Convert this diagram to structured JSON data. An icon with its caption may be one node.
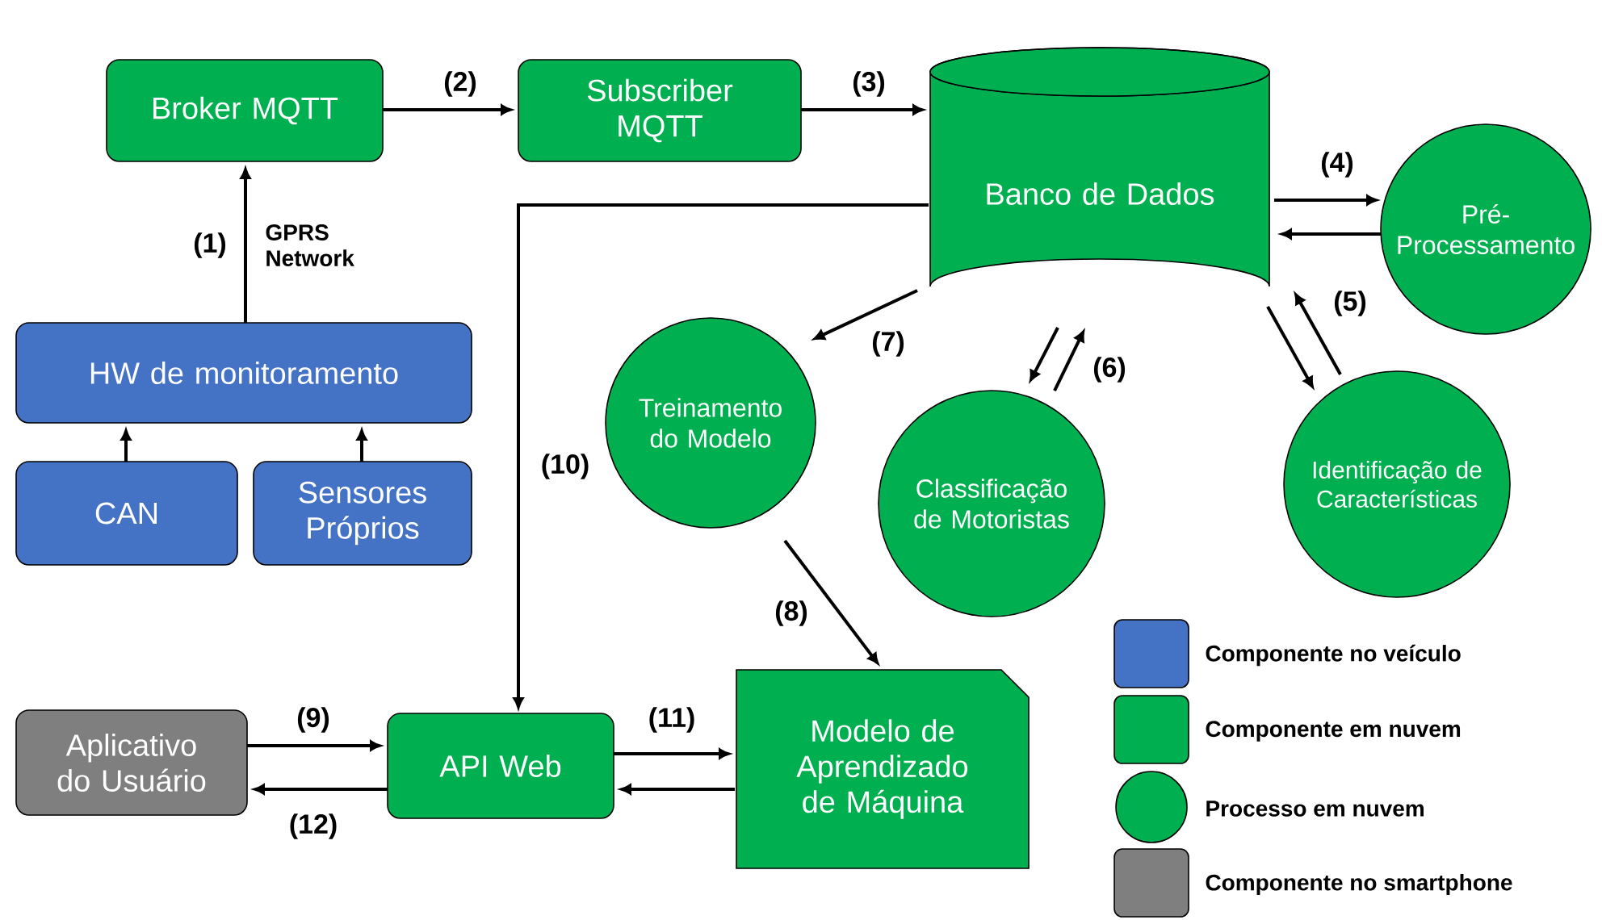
{
  "diagram": {
    "nodes": [
      {
        "text": [
          "Broker MQTT"
        ]
      },
      {
        "text": [
          "Subscriber MQTT"
        ]
      },
      {
        "text": [
          "Banco de Dados"
        ]
      },
      {
        "text": [
          "Pré-Processamento"
        ]
      },
      {
        "text": [
          "HW de monitoramento"
        ]
      },
      {
        "text": [
          "CAN"
        ]
      },
      {
        "text": [
          "Sensores Próprios"
        ]
      },
      {
        "text": [
          "Treinamento do Modelo"
        ]
      },
      {
        "text": [
          "Classificação de Motoristas"
        ]
      },
      {
        "text": [
          "Identificação de Características"
        ]
      },
      {
        "text": [
          "Aplicativo do Usuário"
        ]
      },
      {
        "text": [
          "API Web"
        ]
      },
      {
        "text": [
          "Modelo de Aprendizado de Máquina"
        ]
      }
    ],
    "edges": [
      {
        "from": 4,
        "to": 0,
        "arrow": "to",
        "label": "(1)"
      },
      {
        "from": 0,
        "to": 1,
        "arrow": "to",
        "label": "(2)"
      },
      {
        "from": 1,
        "to": 2,
        "arrow": "to",
        "label": "(3)"
      },
      {
        "from": 2,
        "to": 3,
        "arrow": "to",
        "label": "(4)"
      },
      {
        "from": 3,
        "to": 2,
        "arrow": "to"
      },
      {
        "from": 2,
        "to": 9,
        "arrow": "to"
      },
      {
        "from": 9,
        "to": 2,
        "arrow": "to",
        "label": "(5)"
      },
      {
        "from": 2,
        "to": 8,
        "arrow": "to"
      },
      {
        "from": 8,
        "to": 2,
        "arrow": "to",
        "label": "(6)"
      },
      {
        "from": 2,
        "to": 7,
        "arrow": "to",
        "label": "(7)"
      },
      {
        "from": 7,
        "to": 12,
        "arrow": "to",
        "label": "(8)"
      },
      {
        "from": 10,
        "to": 11,
        "arrow": "to",
        "label": "(9)"
      },
      {
        "from": 11,
        "to": 10,
        "arrow": "to",
        "label": "(12)"
      },
      {
        "from": 2,
        "to": 11,
        "arrow": "to",
        "label": "(10)"
      },
      {
        "from": 11,
        "to": 12,
        "arrow": "to",
        "label": "(11)"
      },
      {
        "from": 12,
        "to": 11,
        "arrow": "to"
      },
      {
        "from": 5,
        "to": 4,
        "arrow": "to"
      },
      {
        "from": 6,
        "to": 4,
        "arrow": "to"
      }
    ],
    "labels": [
      "GPRS Network"
    ],
    "legend": [
      {
        "text": "Componente no veículo",
        "color": "#4472c4"
      },
      {
        "text": "Componente em nuvem",
        "color": "#00b050"
      },
      {
        "text": "Processo em nuvem",
        "color": "#00b050"
      },
      {
        "text": "Componente no smartphone",
        "color": "#7f7f7f"
      }
    ]
  }
}
